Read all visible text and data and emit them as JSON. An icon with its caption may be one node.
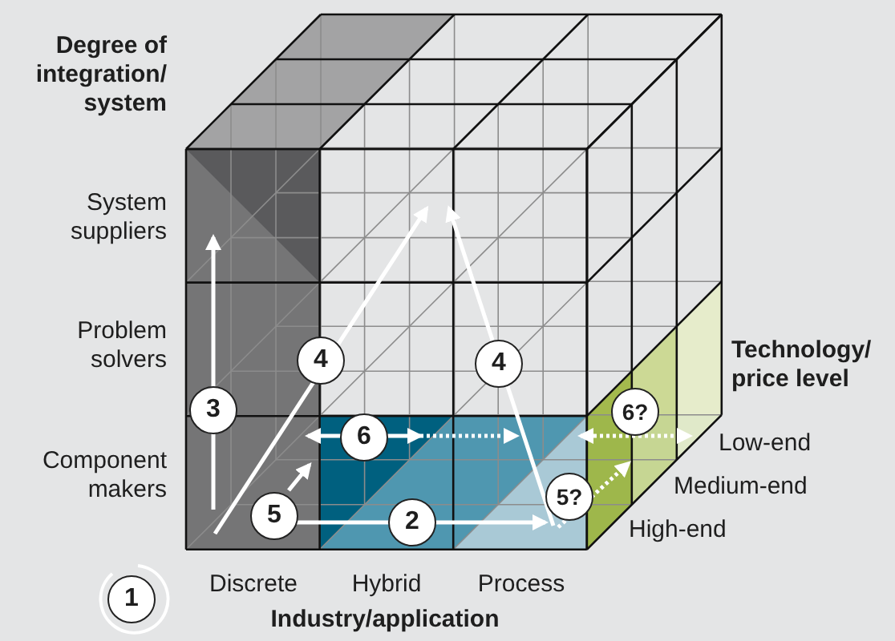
{
  "diagram": {
    "labels": [
      "Degree of integration/ system",
      "System suppliers",
      "4",
      "4",
      "Technology/ price level",
      "Problem solvers",
      "3",
      "6",
      "6?",
      "Low-end",
      "Component makers",
      "5?",
      "Medium-end",
      "5",
      "2",
      "High-end",
      "1",
      "Discrete",
      "Hybrid",
      "Process",
      "Industry/application"
    ]
  }
}
